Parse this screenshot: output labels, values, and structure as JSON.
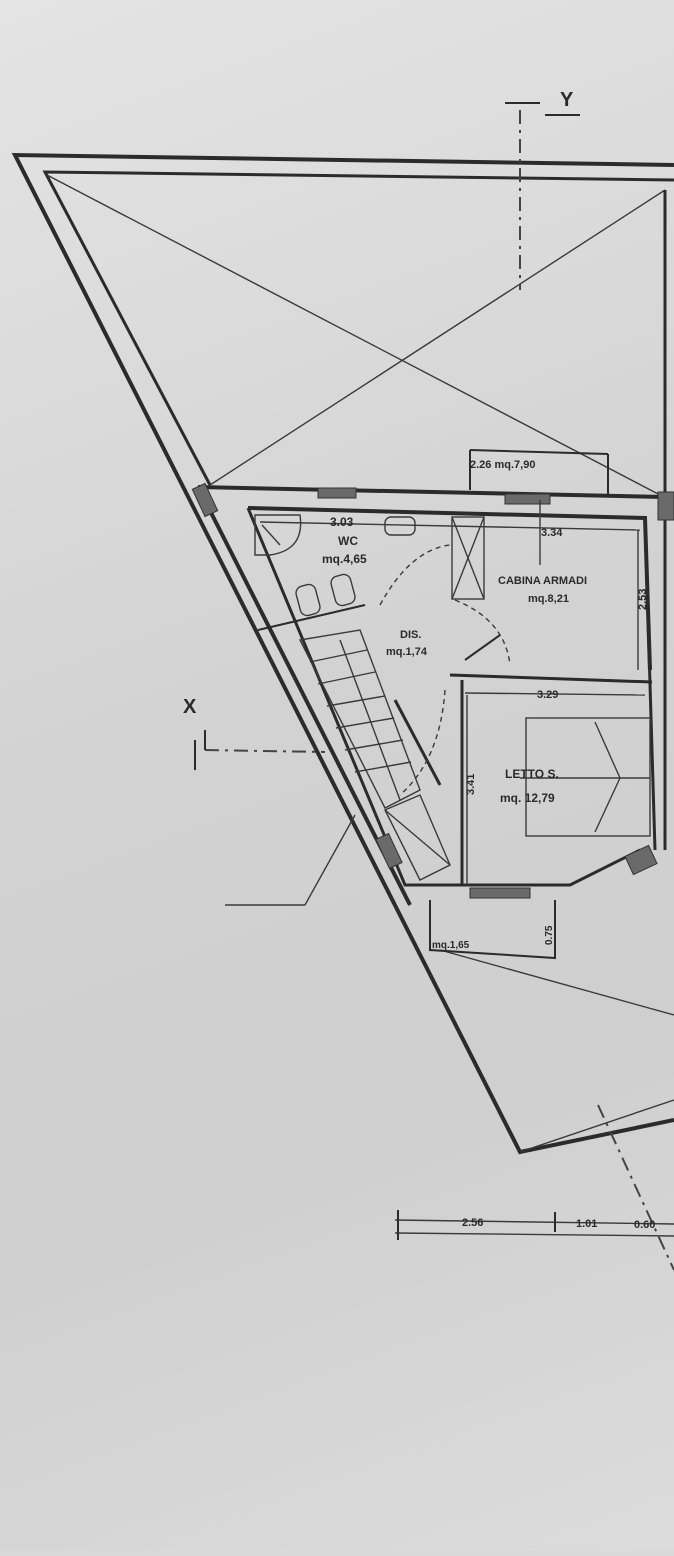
{
  "section_markers": {
    "y": "Y",
    "x": "X"
  },
  "rooms": {
    "wc": {
      "name": "WC",
      "area": "mq.4,65",
      "width": "3.03"
    },
    "cabina_armadi": {
      "name": "CABINA ARMADI",
      "area": "mq.8,21",
      "width": "3.34",
      "depth": "2.53"
    },
    "dis": {
      "name": "DIS.",
      "area": "mq.1,74"
    },
    "letto": {
      "name": "LETTO S.",
      "area": "mq. 12,79",
      "width": "3.29",
      "depth": "3.41"
    },
    "balcony_top": {
      "label": "2.26 mq.7,90"
    },
    "balcony_bottom": {
      "area": "mq.1,65",
      "depth": "0.75"
    }
  },
  "bottom_dimensions": [
    "2.56",
    "1.01",
    "0.60"
  ],
  "colors": {
    "line": "#2b2b2b",
    "paper": "#d9d9d9",
    "pillar": "#6a6a6a"
  }
}
